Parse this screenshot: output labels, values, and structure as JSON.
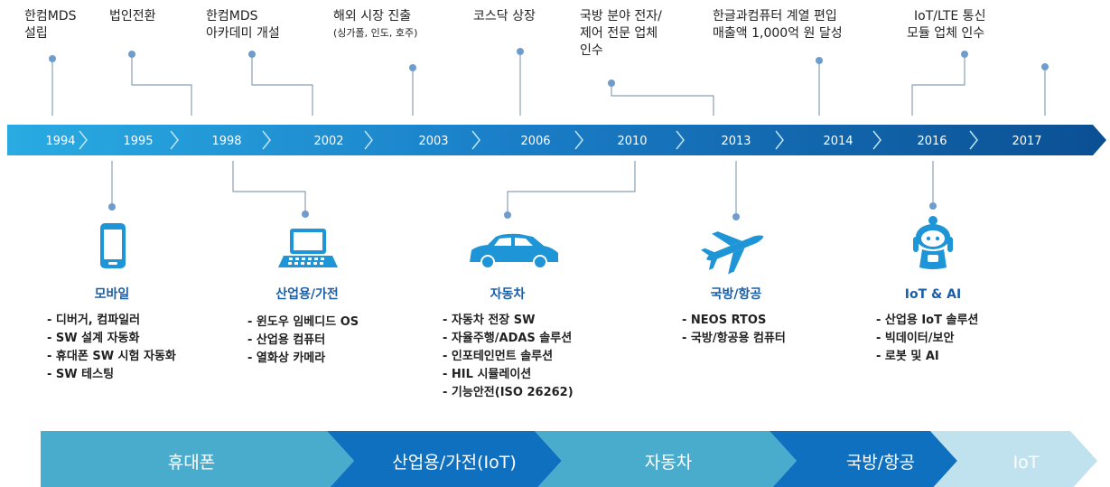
{
  "milestones": [
    {
      "lines": [
        "한컴MDS",
        "설립"
      ]
    },
    {
      "lines": [
        "법인전환"
      ]
    },
    {
      "lines": [
        "한컴MDS",
        "아카데미 개설"
      ]
    },
    {
      "lines": [
        "해외 시장 진출"
      ],
      "sub": "(싱가폴, 인도, 호주)"
    },
    {
      "lines": [
        "코스닥 상장"
      ]
    },
    {
      "lines": [
        "국방 분야 전자/",
        "제어 전문 업체",
        "인수"
      ]
    },
    {
      "lines": [
        "한글과컴퓨터 계열 편입",
        "매출액 1,000억 원 달성"
      ]
    },
    {
      "lines": [
        "IoT/LTE 통신",
        "모듈 업체 인수"
      ]
    }
  ],
  "years": [
    "1994",
    "1995",
    "1998",
    "2002",
    "2003",
    "2006",
    "2010",
    "2013",
    "2014",
    "2016",
    "2017"
  ],
  "categories": [
    {
      "icon": "smartphone-icon",
      "title": "모바일",
      "items": [
        "- 디버거, 컴파일러",
        "- SW 설계 자동화",
        "- 휴대폰 SW 시험 자동화",
        "- SW 테스팅"
      ]
    },
    {
      "icon": "laptop-icon",
      "title": "산업용/가전",
      "items": [
        "- 윈도우 임베디드 OS",
        "- 산업용 컴퓨터",
        "- 열화상 카메라"
      ]
    },
    {
      "icon": "car-icon",
      "title": "자동차",
      "items": [
        "- 자동차 전장 SW",
        "- 자율주행/ADAS 솔루션",
        "- 인포테인먼트 솔루션",
        "- HIL 시뮬레이션",
        "- 기능안전(ISO 26262)"
      ]
    },
    {
      "icon": "airplane-icon",
      "title": "국방/항공",
      "items": [
        "- NEOS RTOS",
        "- 국방/항공용 컴퓨터"
      ]
    },
    {
      "icon": "robot-icon",
      "title": "IoT & AI",
      "items": [
        "- 산업용 IoT 솔루션",
        "- 빅데이터/보안",
        "- 로봇 및 AI"
      ]
    }
  ],
  "bottom_bar": [
    "휴대폰",
    "산업용/가전(IoT)",
    "자동차",
    "국방/항공",
    "IoT"
  ],
  "colors": {
    "timeline_start": "#29abe2",
    "timeline_end": "#0b4f93",
    "connector": "#8aa0b5",
    "dot": "#6f9ccf",
    "category_title": "#1a5fa8",
    "bar_light": "#4aaccd",
    "bar_dark": "#0f70c0",
    "bar_pale": "#bfe2ee"
  }
}
